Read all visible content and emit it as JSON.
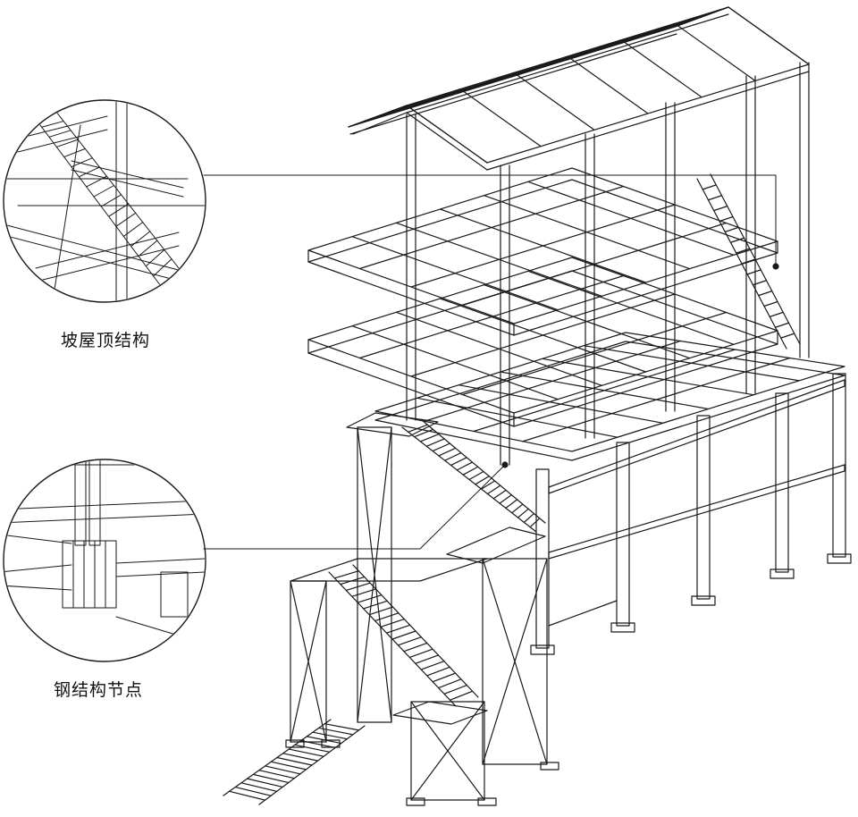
{
  "callouts": [
    {
      "id": "roof",
      "label": "坡屋顶结构"
    },
    {
      "id": "node",
      "label": "钢结构节点"
    }
  ],
  "colors": {
    "line": "#1a1a1a",
    "background": "#ffffff"
  }
}
